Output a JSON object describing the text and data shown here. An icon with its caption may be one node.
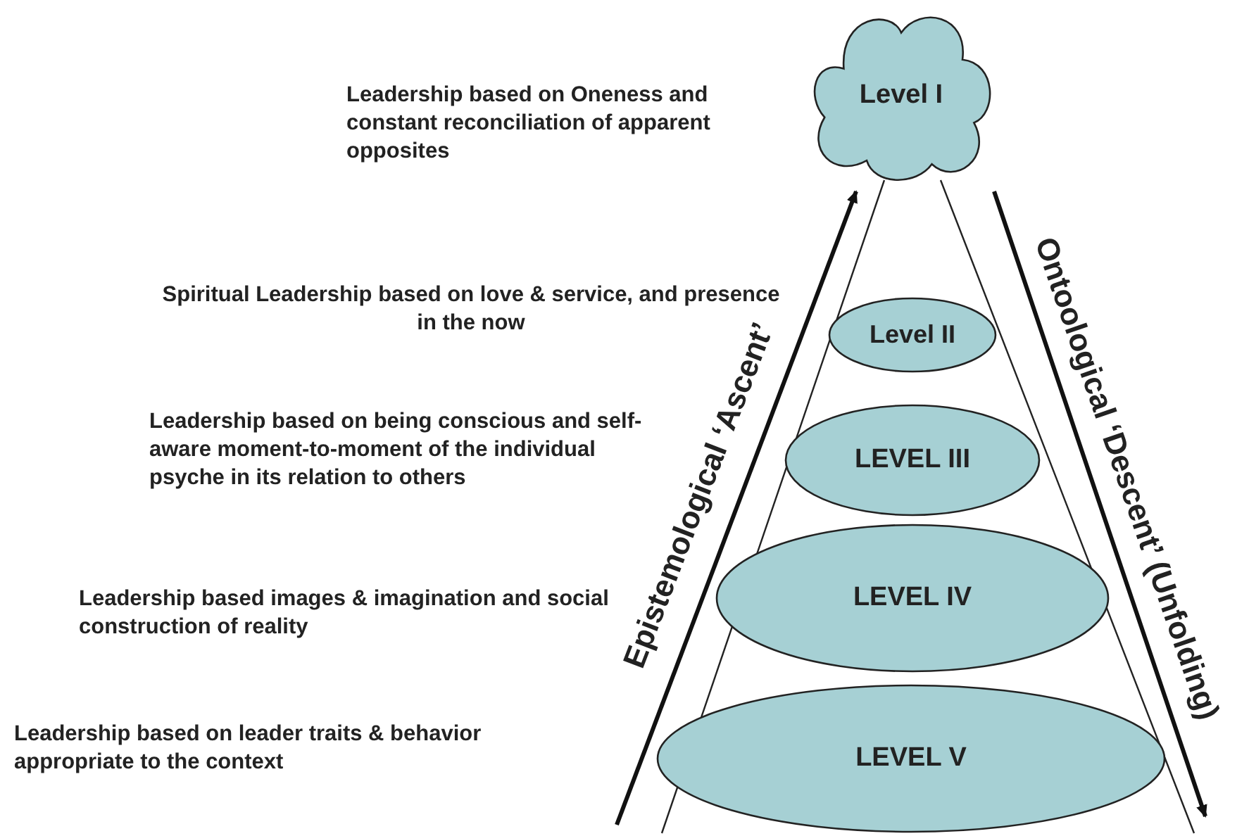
{
  "diagram": {
    "nodes": [
      {
        "text": [
          "Level I"
        ]
      },
      {
        "text": [
          "Level II"
        ]
      },
      {
        "text": [
          "LEVEL III"
        ]
      },
      {
        "text": [
          "LEVEL IV"
        ]
      },
      {
        "text": [
          "LEVEL V"
        ]
      }
    ],
    "edges": [],
    "labels": [
      "Leadership based on Oneness and constant reconciliation of apparent opposites",
      "Spiritual Leadership based on love & service, and presence in the now",
      "Leadership based on being conscious and self-aware moment-to-moment of the individual psyche in its relation to others",
      "Leadership based images & imagination and social construction of reality",
      "Leadership based on leader traits & behavior appropriate to the context",
      "Epistemological ‘Ascent’",
      "Ontoological ‘Descent’ (Unfolding)"
    ]
  }
}
